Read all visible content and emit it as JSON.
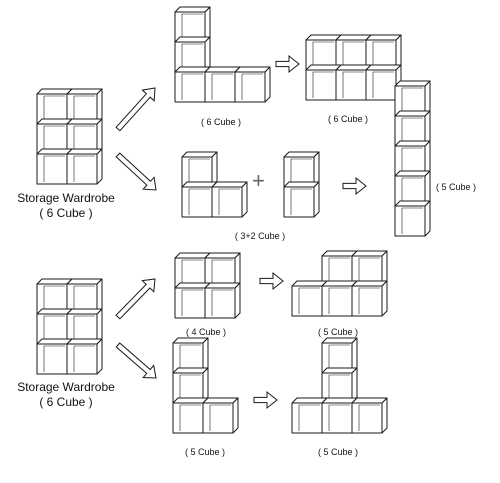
{
  "colors": {
    "line": "#1a1a1a",
    "face": "#ffffff",
    "background": "#ffffff"
  },
  "sections": {
    "top": {
      "source": {
        "title": "Storage Wardrobe",
        "count": "( 6 Cube )"
      },
      "configs": {
        "l_shape": {
          "caption": "( 6 Cube )"
        },
        "grid_2x3": {
          "caption": "( 6 Cube )"
        },
        "split": {
          "caption": "( 3+2 Cube )"
        },
        "tower": {
          "caption": "( 5 Cube )"
        }
      }
    },
    "bottom": {
      "source": {
        "title": "Storage Wardrobe",
        "count": "( 6 Cube )"
      },
      "configs": {
        "square": {
          "caption": "( 4 Cube )"
        },
        "stair": {
          "caption": "( 5 Cube )"
        },
        "l_shape": {
          "caption": "( 5 Cube )"
        },
        "t_shape": {
          "caption": "( 5 Cube )"
        }
      }
    }
  },
  "symbols": {
    "plus": "+"
  }
}
